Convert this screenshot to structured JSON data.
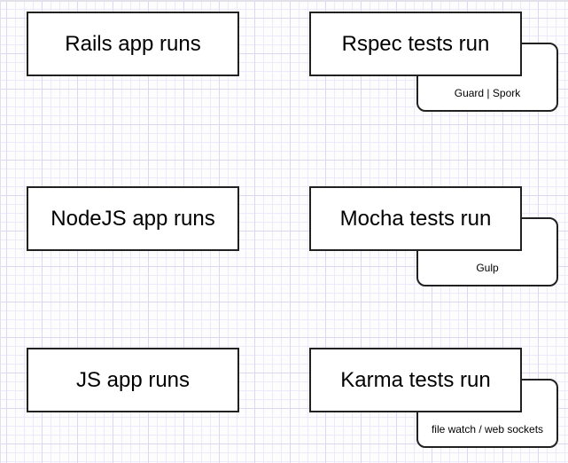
{
  "diagram": {
    "colors": {
      "canvas_bg": "#fdfdfe",
      "grid_minor": "#eceafa",
      "grid_major": "#dcd8f1",
      "box_fill": "#ffffff",
      "box_border": "#212121",
      "text": "#000000",
      "page_edge": "#e2e1ea"
    },
    "rows": [
      {
        "app_label": "Rails app runs",
        "tests_label": "Rspec tests run",
        "tooling_label": "Guard | Spork"
      },
      {
        "app_label": "NodeJS app runs",
        "tests_label": "Mocha tests run",
        "tooling_label": "Gulp"
      },
      {
        "app_label": "JS app runs",
        "tests_label": "Karma tests run",
        "tooling_label": "file watch / web sockets"
      }
    ]
  }
}
